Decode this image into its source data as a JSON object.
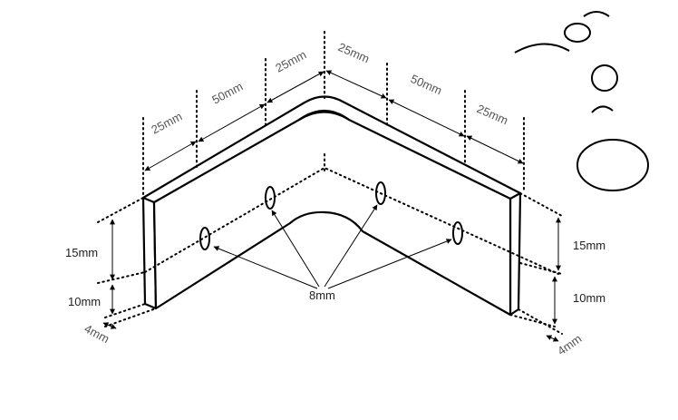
{
  "labels": {
    "top_25_a": "25mm",
    "top_50_a": "50mm",
    "top_25_b": "25mm",
    "top_25_c": "25mm",
    "top_50_b": "50mm",
    "top_25_d": "25mm",
    "left_15": "15mm",
    "left_10": "10mm",
    "left_4": "4mm",
    "right_15": "15mm",
    "right_10": "10mm",
    "right_4": "4mm",
    "hole_dia": "8mm"
  }
}
